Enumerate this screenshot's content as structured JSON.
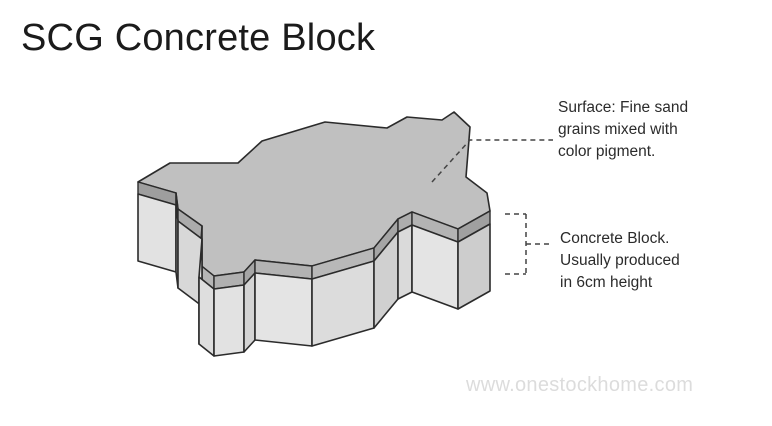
{
  "page": {
    "title": "SCG Concrete Block",
    "background_color": "#ffffff",
    "watermark": "www.onestockhome.com"
  },
  "annotations": [
    {
      "id": "surface",
      "text": "Surface: Fine sand\ngrains mixed with\ncolor pigment.",
      "leader": "dashed-diagonal-to-horizontal",
      "color": "#2b2b2b"
    },
    {
      "id": "concrete-block",
      "text": "Concrete Block.\nUsually produced\nin 6cm height",
      "leader": "dashed-height-bracket",
      "color": "#2b2b2b"
    }
  ],
  "diagram": {
    "name": "isometric-cross-shaped-paver-block",
    "colors": {
      "top_face": "#c0c0c0",
      "surface_band": "#b0b0b0",
      "surface_band_shadow": "#9e9e9e",
      "side_face_light": "#e0e0e0",
      "side_face_mid": "#d6d6d6",
      "side_face_dark": "#cbcbcb",
      "outline": "#2b2b2b",
      "leader_line": "#444444"
    },
    "stroke_width": 1.6,
    "parts": [
      "top-surface",
      "surface-layer-band",
      "concrete-body-sides"
    ]
  }
}
